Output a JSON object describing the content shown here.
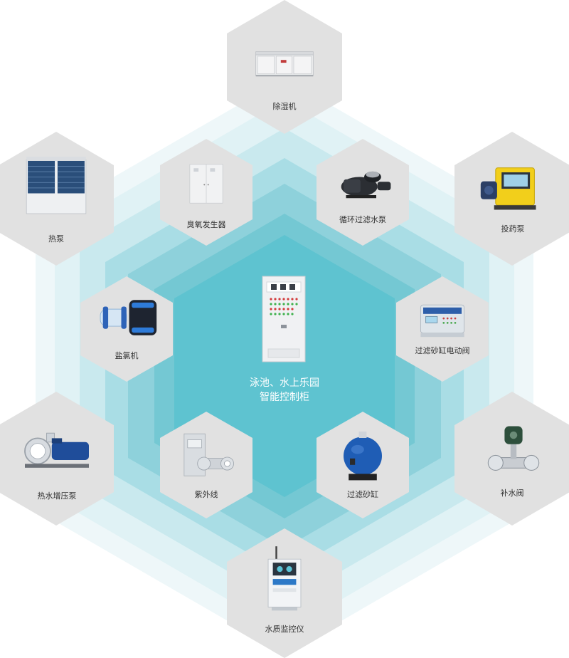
{
  "center": {
    "line1": "泳池、水上乐园",
    "line2": "智能控制柜",
    "icon": "control-cabinet-icon"
  },
  "devices": [
    {
      "label": "除湿机",
      "icon": "dehumidifier-icon"
    },
    {
      "label": "热泵",
      "icon": "heat-pump-icon"
    },
    {
      "label": "投药泵",
      "icon": "dosing-pump-icon"
    },
    {
      "label": "臭氧发生器",
      "icon": "ozone-generator-icon"
    },
    {
      "label": "循环过滤水泵",
      "icon": "circulation-pump-icon"
    },
    {
      "label": "盐氯机",
      "icon": "salt-chlorinator-icon"
    },
    {
      "label": "过滤砂缸电动阀",
      "icon": "electric-valve-controller-icon"
    },
    {
      "label": "热水增压泵",
      "icon": "booster-pump-icon"
    },
    {
      "label": "紫外线",
      "icon": "uv-sterilizer-icon"
    },
    {
      "label": "过滤砂缸",
      "icon": "sand-filter-icon"
    },
    {
      "label": "补水阀",
      "icon": "makeup-valve-icon"
    },
    {
      "label": "水质监控仪",
      "icon": "water-quality-monitor-icon"
    }
  ],
  "colors": {
    "hex_gray": "#e1e1e1",
    "ring_1": "#eaf6f8",
    "ring_2": "#cfebf0",
    "ring_3": "#ace0e7",
    "ring_4": "#86d1dc",
    "core": "#5ec3d0",
    "center_text": "#ffffff"
  }
}
